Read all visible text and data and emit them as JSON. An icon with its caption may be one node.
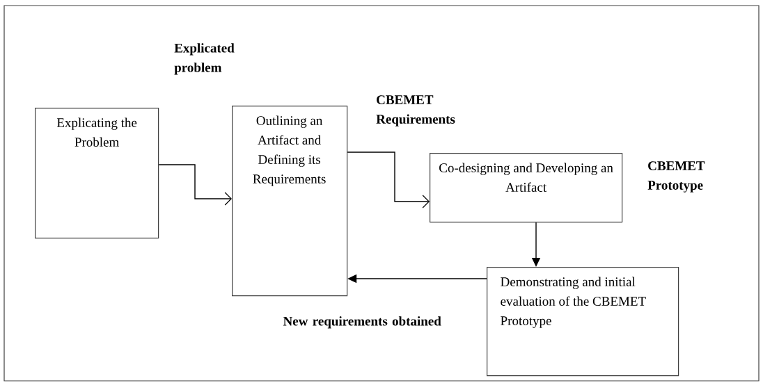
{
  "diagram": {
    "nodes": [
      {
        "text": [
          "Explicating the Problem"
        ]
      },
      {
        "text": [
          "Outlining an Artifact and Defining its Requirements"
        ]
      },
      {
        "text": [
          "Co-designing and Developing an Artifact"
        ]
      },
      {
        "text": [
          "Demonstrating and initial evaluation of the CBEMET Prototype"
        ]
      }
    ],
    "edges": [
      {
        "from": 0,
        "to": 1,
        "arrow": "to"
      },
      {
        "from": 1,
        "to": 2,
        "arrow": "to"
      },
      {
        "from": 2,
        "to": 3,
        "arrow": "to"
      },
      {
        "from": 3,
        "to": 1,
        "arrow": "to"
      }
    ],
    "labels": [
      "Explicated problem",
      "CBEMET Requirements",
      "CBEMET Prototype",
      "New requirements obtained"
    ]
  }
}
